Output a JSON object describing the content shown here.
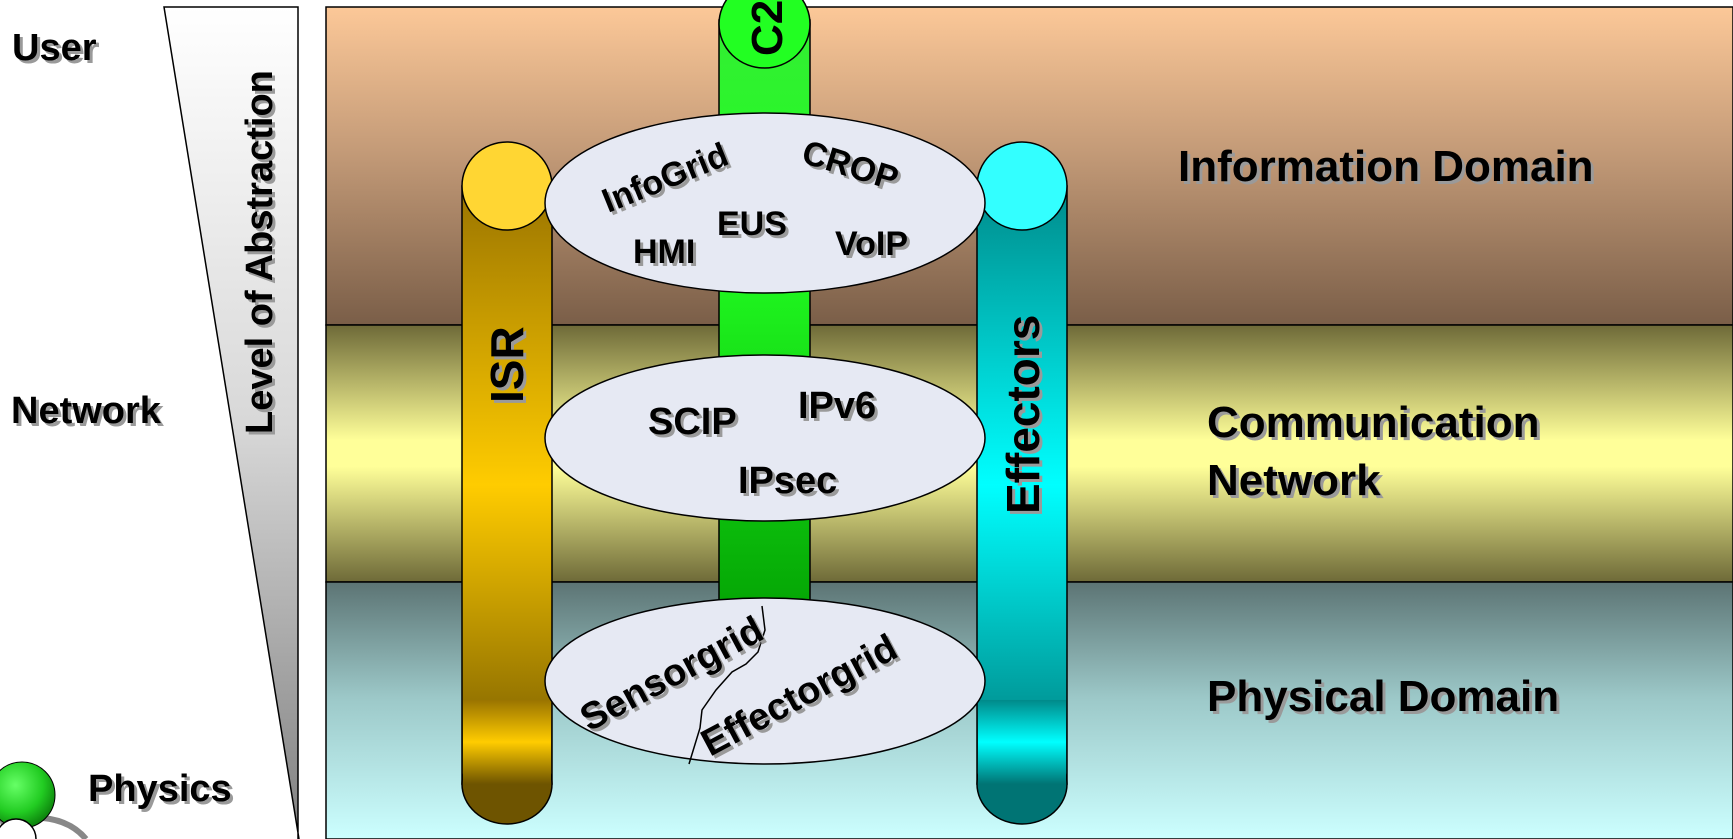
{
  "left_labels": {
    "user": "User",
    "network": "Network",
    "physics": "Physics"
  },
  "abstraction_label": "Level of Abstraction",
  "domains": {
    "information": "Information Domain",
    "communication_line1": "Communication",
    "communication_line2": "Network",
    "physical": "Physical Domain"
  },
  "pillars": {
    "c2": "C2",
    "isr": "ISR",
    "effectors": "Effectors"
  },
  "information_ellipse": {
    "infogrid": "InfoGrid",
    "crop": "CROP",
    "eus": "EUS",
    "hmi": "HMI",
    "voip": "VoIP"
  },
  "network_ellipse": {
    "scip": "SCIP",
    "ipv6": "IPv6",
    "ipsec": "IPsec"
  },
  "physical_ellipse": {
    "sensorgrid": "Sensorgrid",
    "effectorgrid": "Effectorgrid"
  },
  "colors": {
    "info_top": "#fcc898",
    "info_bottom": "#7a5e48",
    "comm_mid": "#ffff99",
    "comm_edge": "#6e6a38",
    "phys_top": "#5c7474",
    "phys_bottom": "#ccffff",
    "c2_green": "#22dd22",
    "isr_gold": "#ffcc00",
    "effectors_cyan": "#00eeee",
    "ellipse_fill": "#e6e9f3"
  }
}
